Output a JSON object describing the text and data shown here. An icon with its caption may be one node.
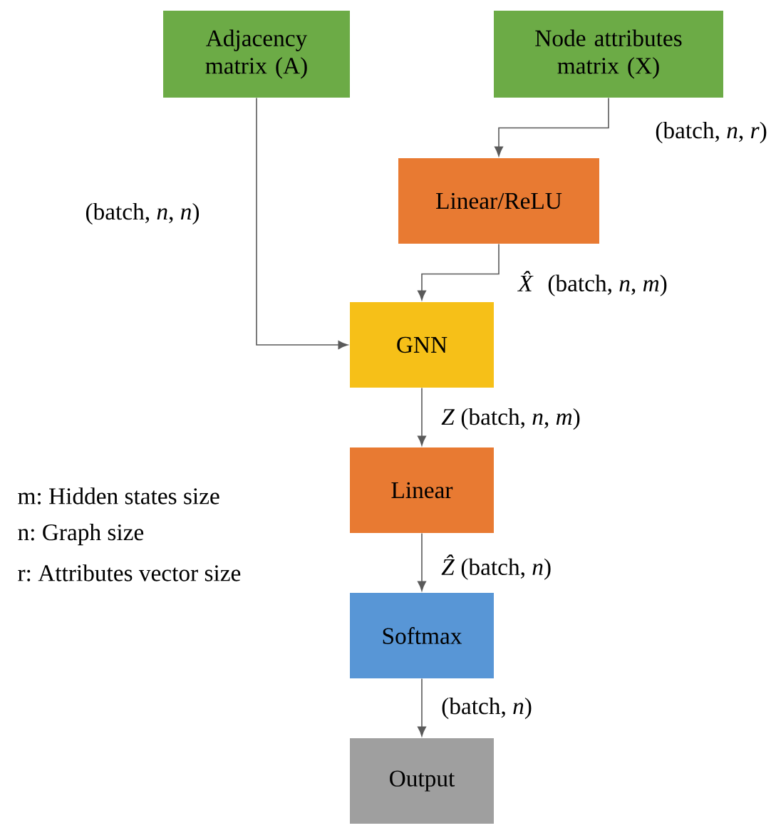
{
  "diagram": {
    "nodes": [
      {
        "text": [
          "Adjacency matrix (A)"
        ]
      },
      {
        "text": [
          "Node attributes matrix (X)"
        ]
      },
      {
        "text": [
          "Linear/ReLU"
        ]
      },
      {
        "text": [
          "GNN"
        ]
      },
      {
        "text": [
          "Linear"
        ]
      },
      {
        "text": [
          "Softmax"
        ]
      },
      {
        "text": [
          "Output"
        ]
      }
    ],
    "edges": [
      {
        "from": 0,
        "to": 3,
        "arrow": "to",
        "label": "(batch, *n*, *n*)"
      },
      {
        "from": 1,
        "to": 2,
        "arrow": "to",
        "label": "(batch, *n*, *r*)"
      },
      {
        "from": 2,
        "to": 3,
        "arrow": "to",
        "label": "*X̂* (batch, *n*, *m*)"
      },
      {
        "from": 3,
        "to": 4,
        "arrow": "to",
        "label": "*Z* (batch, *n*, *m*)"
      },
      {
        "from": 4,
        "to": 5,
        "arrow": "to",
        "label": "*Ẑ* (batch, *n*)"
      },
      {
        "from": 5,
        "to": 6,
        "arrow": "to",
        "label": "(batch, *n*)"
      }
    ],
    "labels": [
      "m: Hidden states size",
      "n: Graph size",
      "r: Attributes vector size"
    ]
  }
}
